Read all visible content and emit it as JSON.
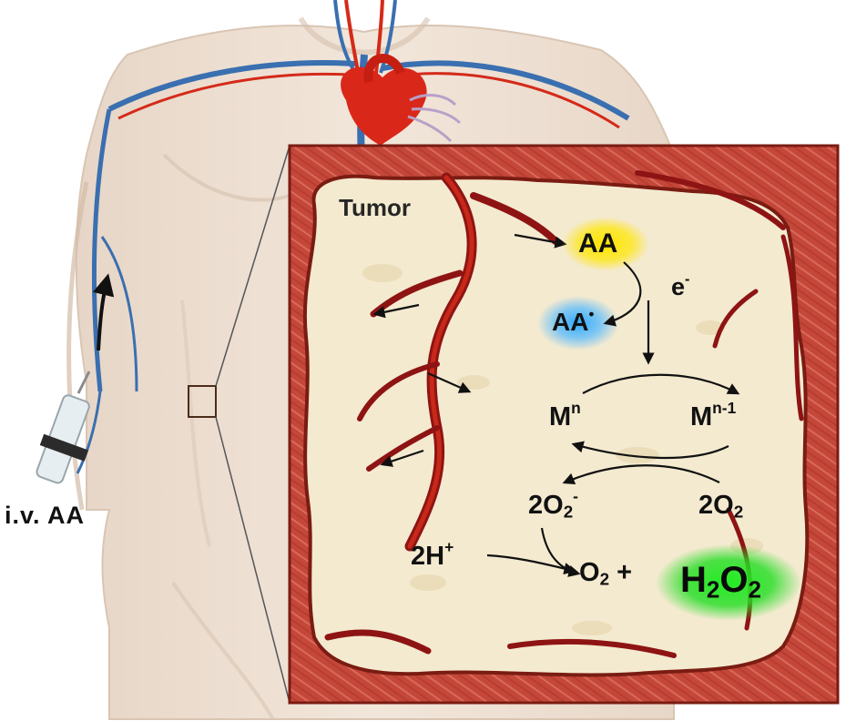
{
  "labels": {
    "tumor": "Tumor",
    "aa": "AA",
    "aa_radical": "AA",
    "aa_radical_mark": "•",
    "electron": "e",
    "electron_charge": "-",
    "metal_oxidized": "M",
    "metal_oxidized_sup": "n",
    "metal_reduced": "M",
    "metal_reduced_sup": "n-1",
    "superoxide_coef": "2O",
    "superoxide_sub": "2",
    "superoxide_charge": "-",
    "oxygen_reactant": "2O",
    "oxygen_reactant_sub": "2",
    "protons": "2H",
    "protons_charge": "+",
    "oxygen_product": "O",
    "oxygen_product_sub": "2",
    "plus": "+",
    "h2o2_h": "H",
    "h2o2_h_sub": "2",
    "h2o2_o": "O",
    "h2o2_o_sub": "2",
    "iv_route": "i.v.  AA"
  },
  "colors": {
    "aa_glow": "#ffe600",
    "aa_radical_glow": "#2fa8ff",
    "h2o2_glow": "#22dd22",
    "tissue_red": "#c84a3c",
    "tumor_fill": "#f4ead0",
    "vein": "#3a6fb0",
    "artery": "#d42a1a",
    "vessel_dark": "#8e1414"
  }
}
